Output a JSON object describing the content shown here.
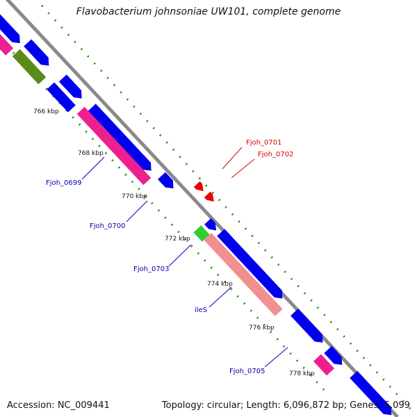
{
  "title": "Flavobacterium johnsoniae UW101, complete genome",
  "footer": {
    "accession": "Accession: NC_009441",
    "summary": "Topology: circular; Length: 6,096,872 bp; Genes: 5,099"
  },
  "colors": {
    "backbone": "#8a8a8a",
    "blue": "#0000ee",
    "pink": "#ee1f8e",
    "olive": "#5a8a1a",
    "red": "#ee0000",
    "green": "#33cc33",
    "salmon": "#f09090",
    "dots": "#2f8a1a",
    "label_blue": "#0000aa",
    "label_red": "#dd0000"
  },
  "ticks": [
    "766 kbp",
    "768 kbp",
    "770 kbp",
    "772 kbp",
    "774 kbp",
    "776 kbp",
    "778 kbp"
  ],
  "gene_labels": [
    {
      "name": "Fjoh_0699",
      "color": "blue"
    },
    {
      "name": "Fjoh_0700",
      "color": "blue"
    },
    {
      "name": "Fjoh_0701",
      "color": "red"
    },
    {
      "name": "Fjoh_0702",
      "color": "red"
    },
    {
      "name": "Fjoh_0703",
      "color": "blue"
    },
    {
      "name": "ileS",
      "color": "blue"
    },
    {
      "name": "Fjoh_0705",
      "color": "blue"
    }
  ]
}
